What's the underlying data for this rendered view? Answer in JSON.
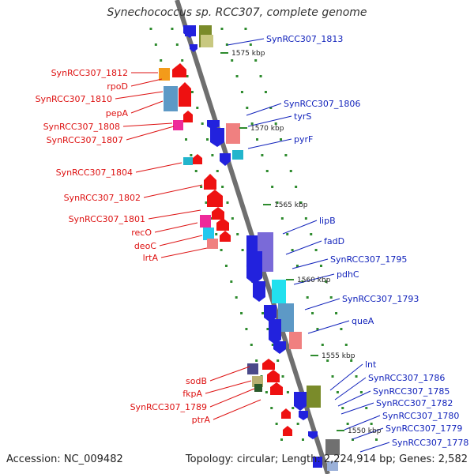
{
  "title": "Synechococcus sp. RCC307, complete genome",
  "accession_text": "Accession: NC_009482",
  "topology_text": "Topology: circular; Length: 2,224,914 bp; Genes: 2,582",
  "colors": {
    "left_label": "#dd1111",
    "right_label": "#1122bb",
    "dna": "#7a7a7a",
    "dots": "#2e8b2e"
  },
  "scale_labels": [
    "1575 kbp",
    "1570 kbp",
    "1565 kbp",
    "1560 kbp",
    "1555 kbp",
    "1550 kbp"
  ],
  "left_labels": [
    "SynRCC307_1812",
    "rpoD",
    "SynRCC307_1810",
    "pepA",
    "SynRCC307_1808",
    "SynRCC307_1807",
    "SynRCC307_1804",
    "SynRCC307_1802",
    "SynRCC307_1801",
    "recO",
    "deoC",
    "lrtA",
    "sodB",
    "fkpA",
    "SynRCC307_1789",
    "ptrA"
  ],
  "right_labels": [
    "SynRCC307_1813",
    "SynRCC307_1806",
    "tyrS",
    "pyrF",
    "lipB",
    "fadD",
    "SynRCC307_1795",
    "pdhC",
    "SynRCC307_1793",
    "queA",
    "lnt",
    "SynRCC307_1786",
    "SynRCC307_1785",
    "SynRCC307_1782",
    "SynRCC307_1780",
    "SynRCC307_1779",
    "SynRCC307_1778"
  ]
}
